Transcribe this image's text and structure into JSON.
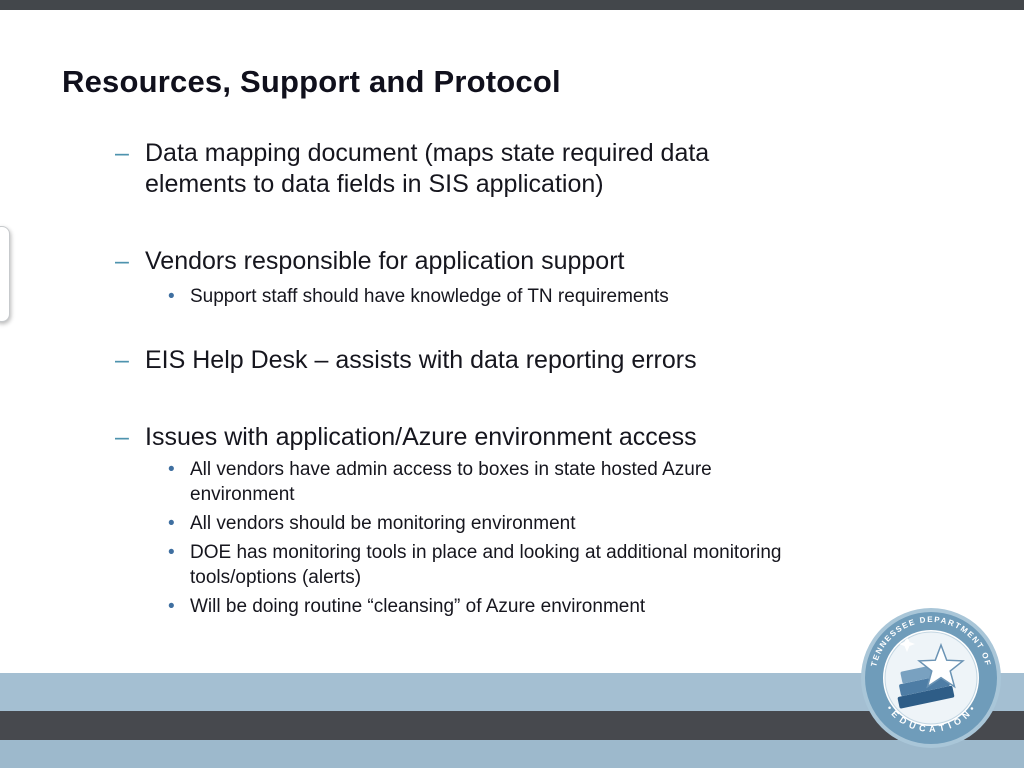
{
  "slide": {
    "title": "Resources, Support and Protocol"
  },
  "markers": {
    "dash": "–",
    "dot": "•"
  },
  "bullets": [
    {
      "level": 1,
      "text": "Data mapping document (maps state required data elements to data fields in SIS application)"
    },
    {
      "level": 1,
      "text": "Vendors responsible for application support"
    },
    {
      "level": 2,
      "text": "Support staff should have knowledge of TN requirements"
    },
    {
      "level": 1,
      "text": "EIS Help Desk – assists with data reporting errors"
    },
    {
      "level": 1,
      "text": "Issues with application/Azure environment access"
    },
    {
      "level": 2,
      "text": "All vendors have admin access to boxes in state hosted Azure environment"
    },
    {
      "level": 2,
      "text": "All vendors should be monitoring environment"
    },
    {
      "level": 2,
      "text": "DOE has monitoring tools in place and looking at additional monitoring tools/options (alerts)"
    },
    {
      "level": 2,
      "text": "Will be doing routine “cleansing” of Azure environment"
    }
  ],
  "logo": {
    "top_text": "TENNESSEE DEPARTMENT OF",
    "bottom_text": "• E D U C A T I O N •"
  },
  "colors": {
    "frame_dark": "#43474b",
    "band_blue": "#a4bfd2",
    "band_dark": "#47494e",
    "band_light": "#9db9cc",
    "title_color": "#10101c",
    "body_text": "#16161e",
    "dash_marker": "#4e93ae",
    "dot_marker": "#3f6fa0",
    "seal_ring": "#6f9cba",
    "seal_outer": "#a9c6d8"
  }
}
